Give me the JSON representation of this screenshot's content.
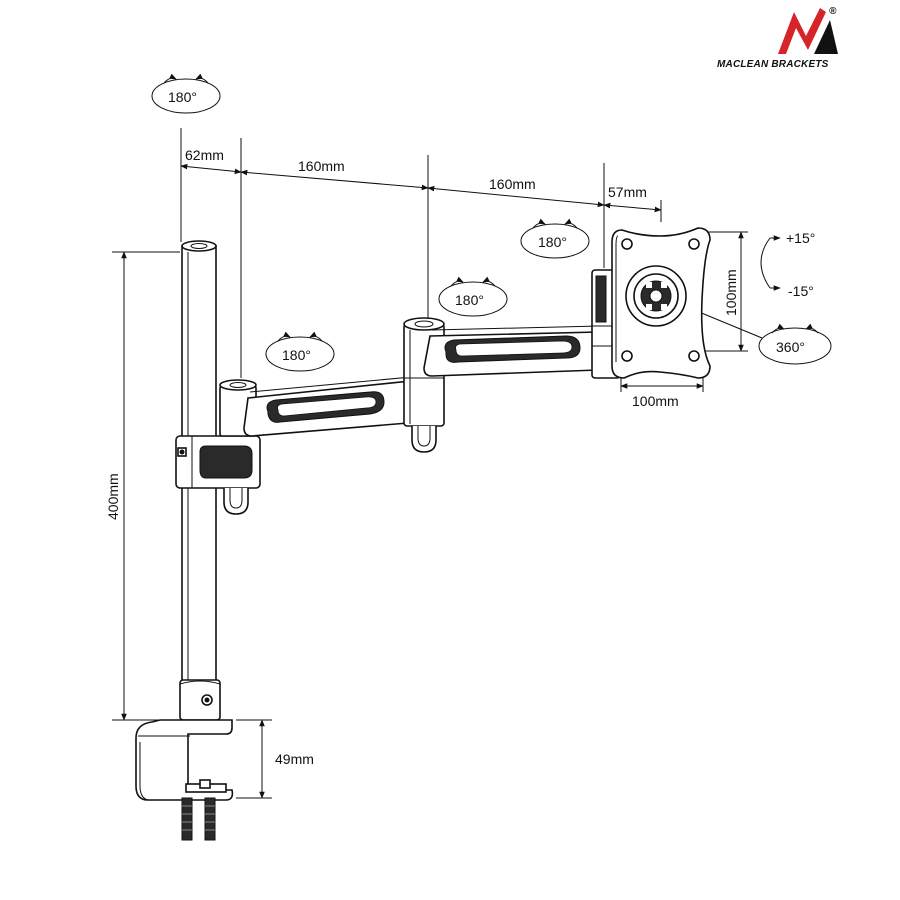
{
  "brand": {
    "name": "MACLEAN BRACKETS",
    "registered": "®",
    "colors": {
      "logo_red": "#d6242a",
      "logo_black": "#111111"
    }
  },
  "dimensions": {
    "pole_offset": "62mm",
    "arm_1": "160mm",
    "arm_2": "160mm",
    "head_offset": "57mm",
    "vesa_width": "100mm",
    "vesa_height": "100mm",
    "pole_height": "400mm",
    "clamp_height": "49mm"
  },
  "rotations": {
    "pole_top": "180°",
    "arm_1_joint": "180°",
    "arm_2_joint": "180°",
    "head_joint": "180°",
    "tilt_up": "+15°",
    "tilt_down": "-15°",
    "plate_rotation": "360°"
  }
}
